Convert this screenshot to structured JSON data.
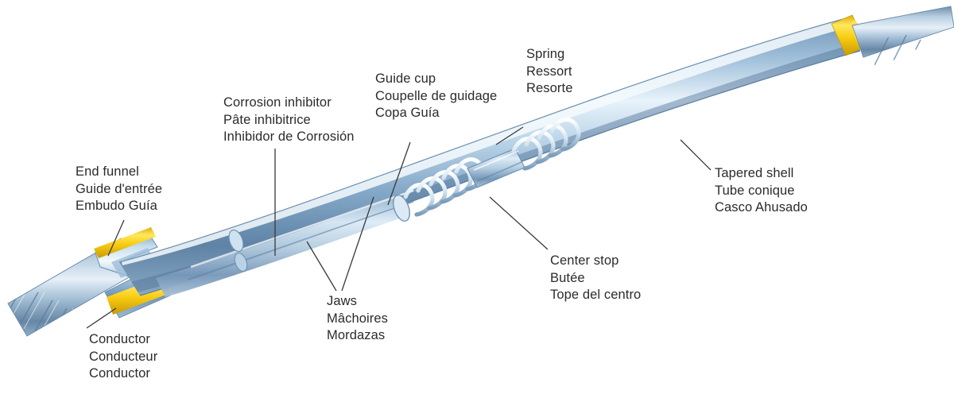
{
  "figure": {
    "type": "technical-cutaway-illustration",
    "subject": "Automatic splice / dead-end connector cutaway for stranded conductor",
    "background_color": "#ffffff",
    "text_color": "#2b2b2b",
    "languages": [
      "English",
      "French",
      "Spanish"
    ]
  },
  "colors": {
    "body_steel_light": "#cfe0ee",
    "body_steel_mid": "#8fb3cf",
    "body_steel_dark": "#55789a",
    "highlight": "#eef6fc",
    "yellow_band": "#f7cf1b",
    "yellow_band_dark": "#d9a908",
    "cable_light": "#d6e4f0",
    "cable_mid": "#8ba8c4",
    "cable_dark": "#5d7d9c",
    "leader_line": "#3a3a3a"
  },
  "labels": [
    {
      "id": "end-funnel",
      "lines": [
        "End funnel",
        "Guide d'entrée",
        "Embudo Guía"
      ],
      "en": "End funnel",
      "fr": "Guide d'entrée",
      "es": "Embudo Guía"
    },
    {
      "id": "conductor",
      "lines": [
        "Conductor",
        "Conducteur",
        "Conductor"
      ],
      "en": "Conductor",
      "fr": "Conducteur",
      "es": "Conductor"
    },
    {
      "id": "corrosion-inhibitor",
      "lines": [
        "Corrosion inhibitor",
        "Pâte inhibitrice",
        "Inhibidor de Corrosión"
      ],
      "en": "Corrosion inhibitor",
      "fr": "Pâte inhibitrice",
      "es": "Inhibidor de Corrosión"
    },
    {
      "id": "guide-cup",
      "lines": [
        "Guide cup",
        "Coupelle de guidage",
        "Copa Guía"
      ],
      "en": "Guide cup",
      "fr": "Coupelle de guidage",
      "es": "Copa Guía"
    },
    {
      "id": "spring",
      "lines": [
        "Spring",
        "Ressort",
        "Resorte"
      ],
      "en": "Spring",
      "fr": "Ressort",
      "es": "Resorte"
    },
    {
      "id": "jaws",
      "lines": [
        "Jaws",
        "Mâchoires",
        "Mordazas"
      ],
      "en": "Jaws",
      "fr": "Mâchoires",
      "es": "Mordazas"
    },
    {
      "id": "center-stop",
      "lines": [
        "Center stop",
        "Butée",
        "Tope del centro"
      ],
      "en": "Center stop",
      "fr": "Butée",
      "es": "Tope del centro"
    },
    {
      "id": "tapered-shell",
      "lines": [
        "Tapered shell",
        "Tube conique",
        "Casco Ahusado"
      ],
      "en": "Tapered shell",
      "fr": "Tube conique",
      "es": "Casco Ahusado"
    }
  ]
}
